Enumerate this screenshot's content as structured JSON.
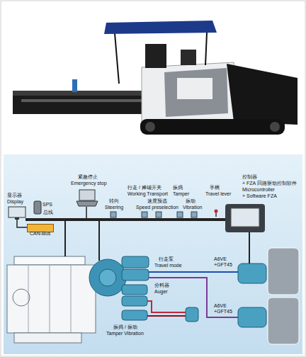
{
  "diagram": {
    "nodes": [
      {
        "text": [
          "CAN-Bus"
        ]
      }
    ],
    "labels": [
      "控制器",
      "+ FZA 回路驱动控制软件",
      "Microcontroller",
      "+ Software FZA",
      "紧急停止",
      "Emergency stop",
      "行走 / 摊铺开关",
      "Working Transport",
      "振捣",
      "Tamper",
      "手柄",
      "Travel lever",
      "显示器",
      "Display",
      "总线",
      "SPS",
      "转向",
      "Steering",
      "速度预选",
      "Speed preselection",
      "振动",
      "Vibration",
      "行走泵",
      "Travel mode",
      "分料器",
      "Auger",
      "振捣 / 振动",
      "Tamper Vibration",
      "A6VE +GFT45",
      "A6VE +GFT45"
    ]
  }
}
